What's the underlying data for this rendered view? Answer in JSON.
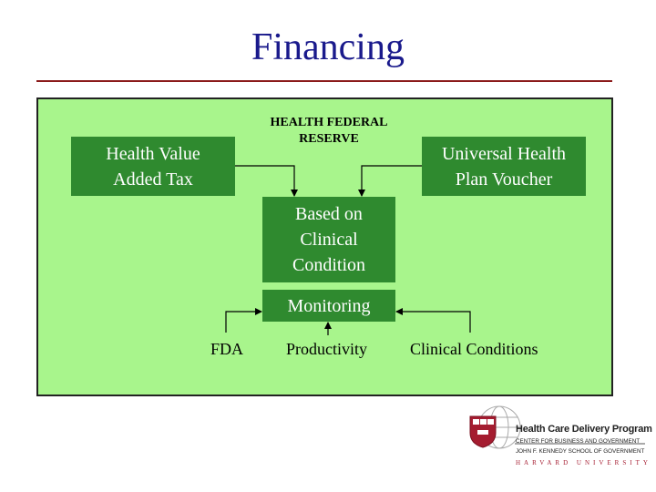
{
  "slide": {
    "title": "Financing"
  },
  "diagram": {
    "top_label": "HEALTH FEDERAL RESERVE",
    "left_box": "Health Value Added Tax",
    "right_box": "Universal Health Plan Voucher",
    "center_box": "Based on Clinical Condition",
    "monitoring_box": "Monitoring",
    "inputs": [
      "FDA",
      "Productivity",
      "Clinical Conditions"
    ]
  },
  "logo": {
    "program": "Health Care Delivery Program",
    "center": "CENTER FOR BUSINESS AND GOVERNMENT",
    "school": "JOHN F. KENNEDY SCHOOL OF GOVERNMENT",
    "university": "HARVARD UNIVERSITY"
  },
  "colors": {
    "title": "#1a1a8c",
    "rule": "#8b1a1a",
    "panel": "#a8f58c",
    "box": "#2f8a2f"
  }
}
